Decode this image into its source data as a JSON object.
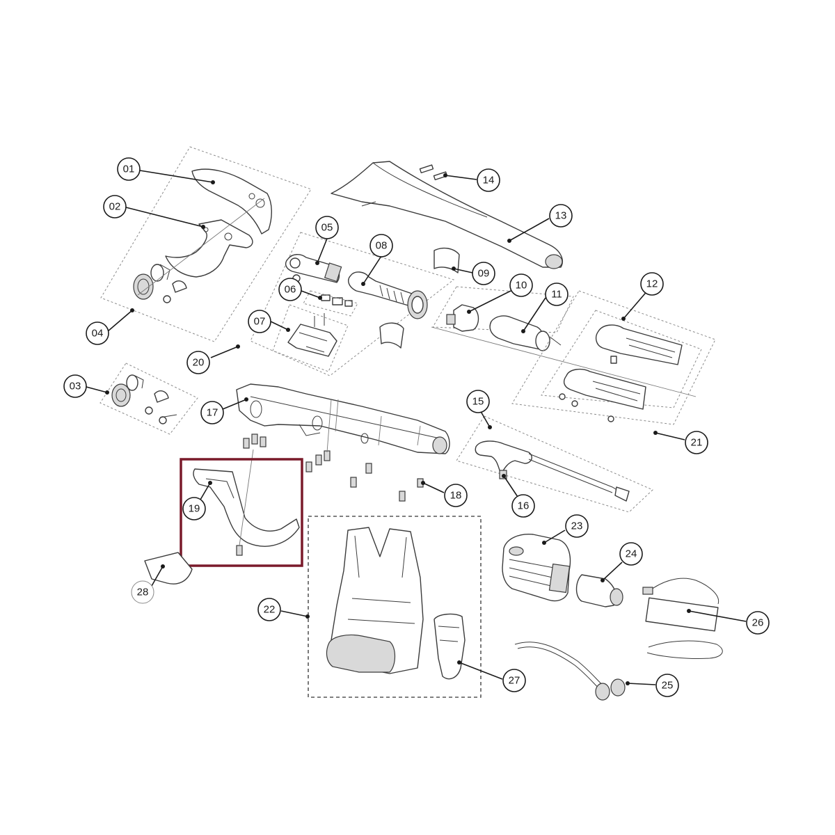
{
  "callouts": [
    {
      "id": "c01",
      "label": "01"
    },
    {
      "id": "c02",
      "label": "02"
    },
    {
      "id": "c03",
      "label": "03"
    },
    {
      "id": "c04",
      "label": "04"
    },
    {
      "id": "c05",
      "label": "05"
    },
    {
      "id": "c06",
      "label": "06"
    },
    {
      "id": "c07",
      "label": "07"
    },
    {
      "id": "c08",
      "label": "08"
    },
    {
      "id": "c09",
      "label": "09"
    },
    {
      "id": "c10",
      "label": "10"
    },
    {
      "id": "c11",
      "label": "11"
    },
    {
      "id": "c12",
      "label": "12"
    },
    {
      "id": "c13",
      "label": "13"
    },
    {
      "id": "c14",
      "label": "14"
    },
    {
      "id": "c15",
      "label": "15"
    },
    {
      "id": "c16",
      "label": "16"
    },
    {
      "id": "c17",
      "label": "17"
    },
    {
      "id": "c18",
      "label": "18"
    },
    {
      "id": "c19",
      "label": "19"
    },
    {
      "id": "c20",
      "label": "20"
    },
    {
      "id": "c21",
      "label": "21"
    },
    {
      "id": "c22",
      "label": "22"
    },
    {
      "id": "c23",
      "label": "23"
    },
    {
      "id": "c24",
      "label": "24"
    },
    {
      "id": "c25",
      "label": "25"
    },
    {
      "id": "c26",
      "label": "26"
    },
    {
      "id": "c27",
      "label": "27"
    },
    {
      "id": "c28",
      "label": "28"
    }
  ],
  "highlight": {
    "part": "19",
    "color": "#7a1a2a"
  },
  "colors": {
    "line": "#3a3a3a",
    "callout": "#1a1a1a",
    "background": "#ffffff"
  }
}
